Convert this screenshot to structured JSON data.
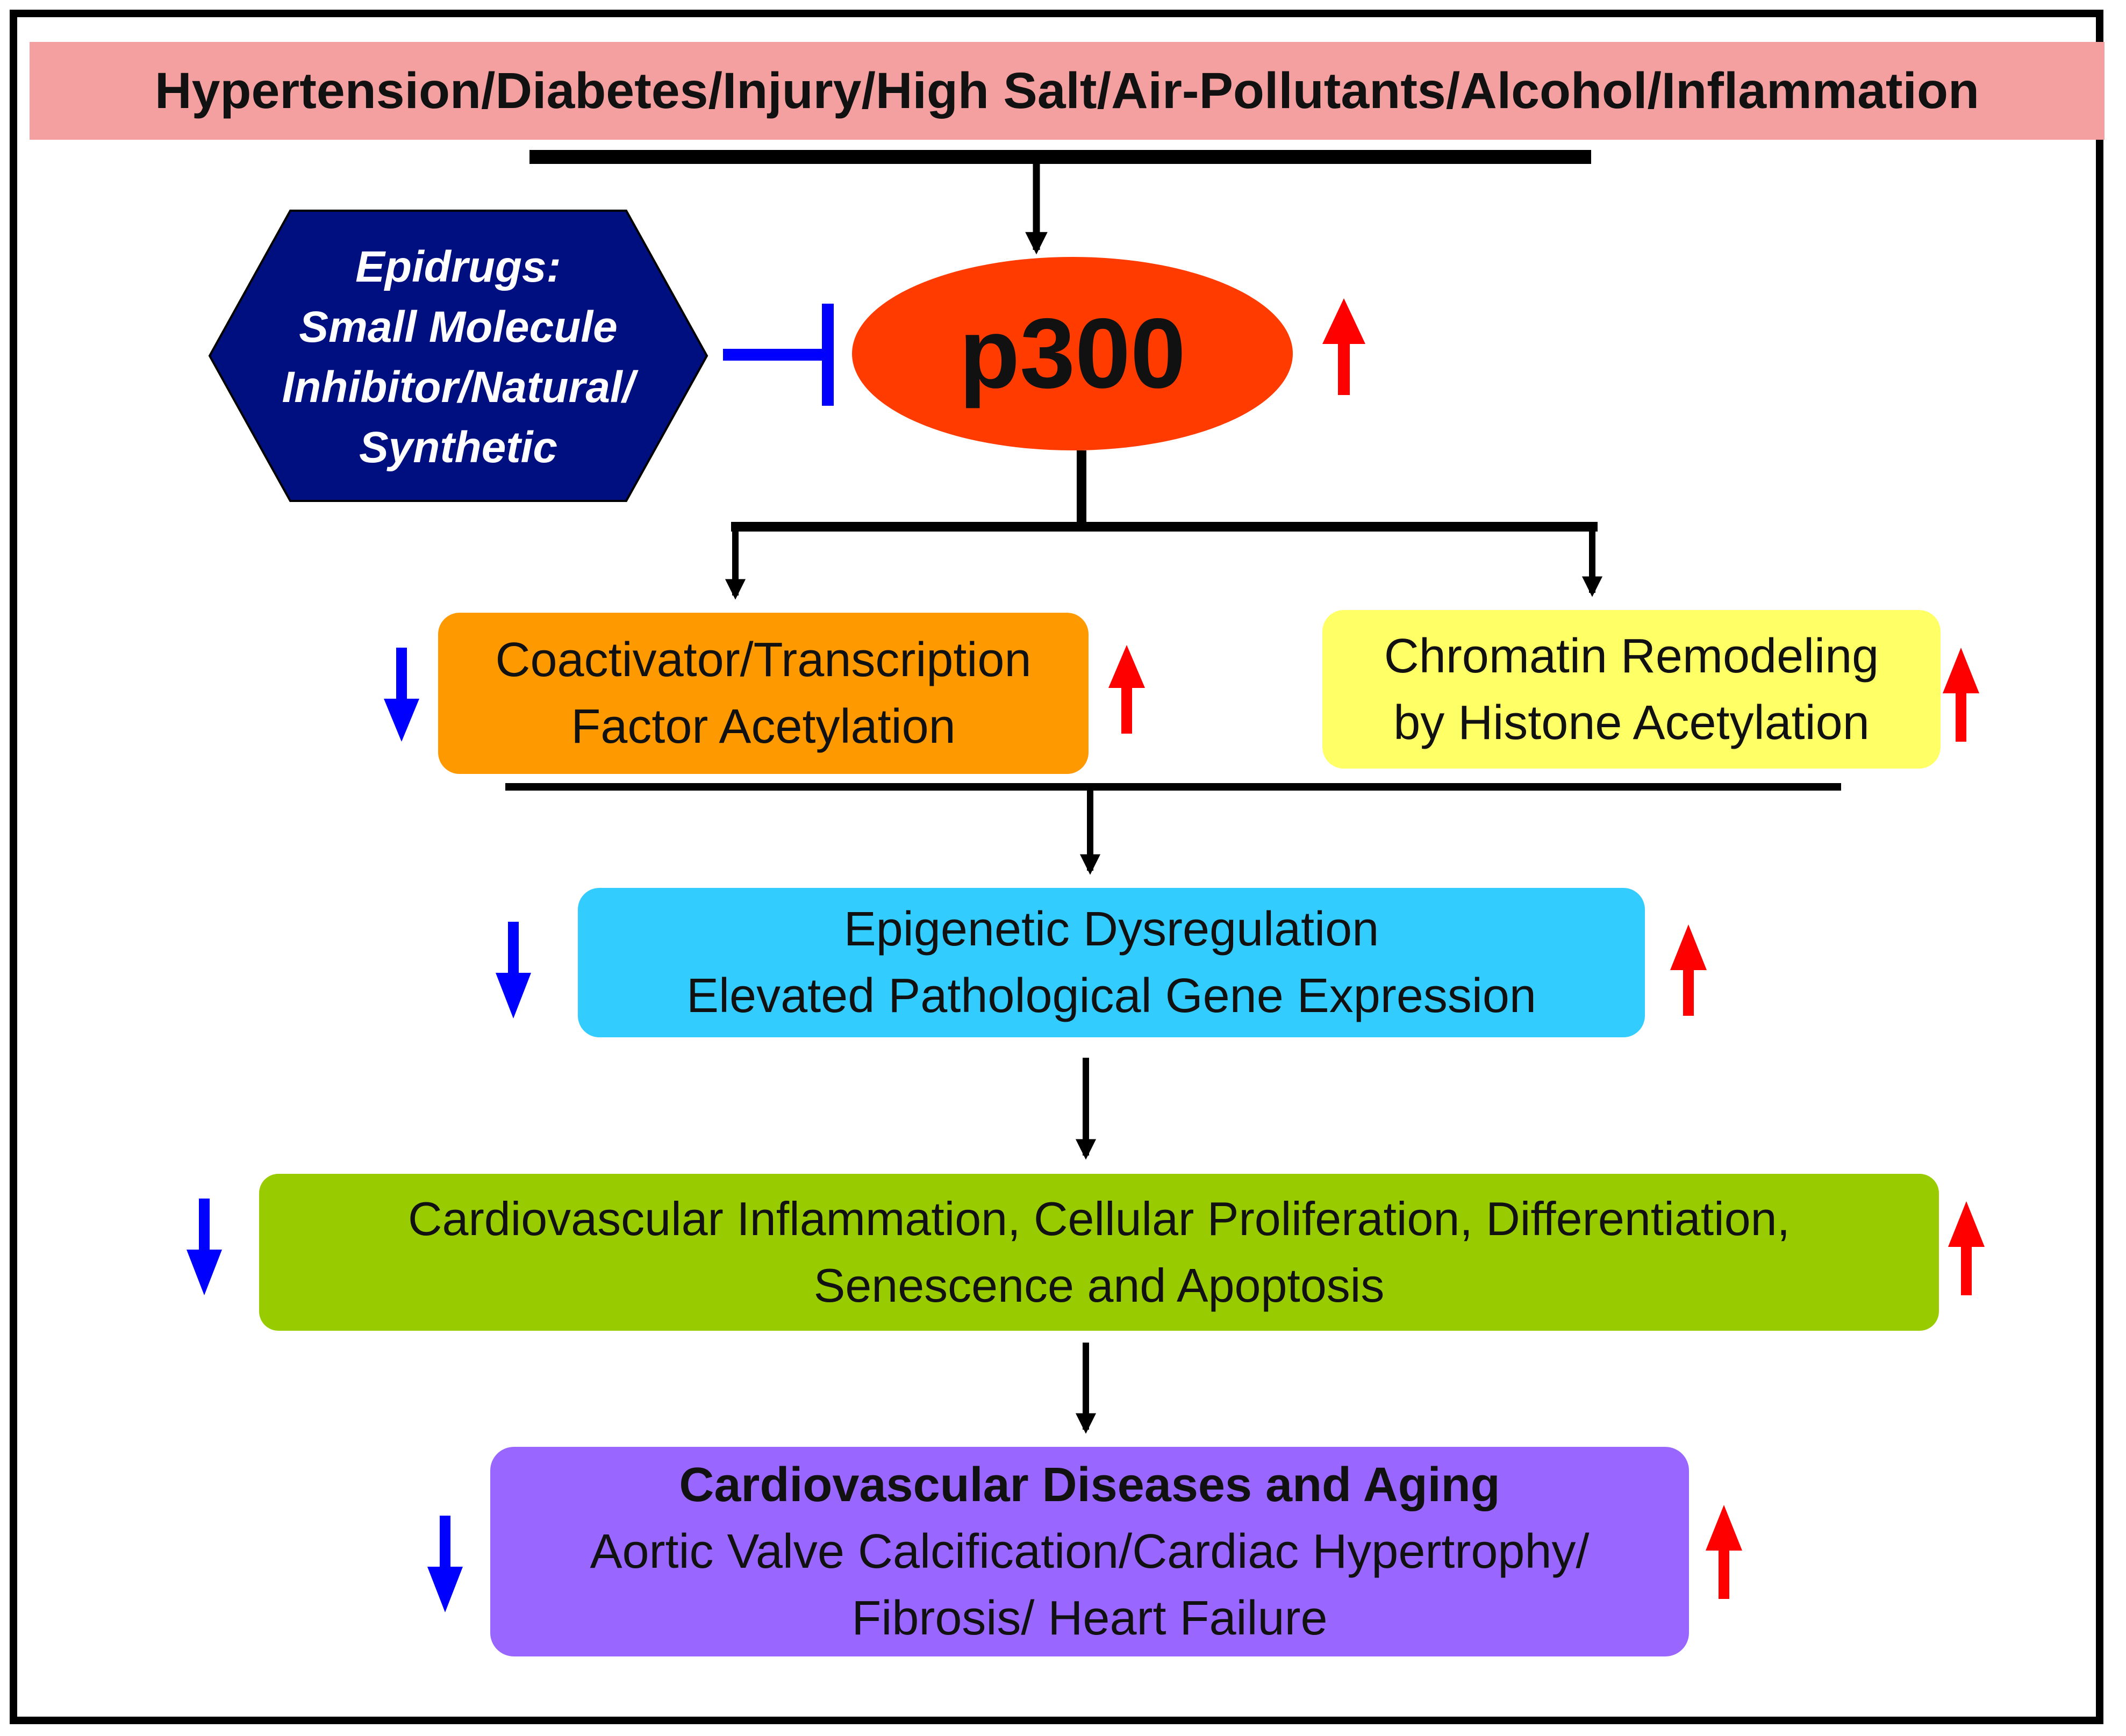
{
  "colors": {
    "banner_bg": "#f4a0a0",
    "p300_fill": "#ff3b00",
    "epidrug_fill": "#000f80",
    "coactivator_fill": "#ff9900",
    "chromatin_fill": "#ffff66",
    "epigenetic_fill": "#33ccff",
    "cardio_inflammation_fill": "#99cc00",
    "cardio_disease_fill": "#9966ff",
    "increase_arrow": "#ff0000",
    "decrease_arrow": "#0000ff",
    "inhibit_line": "#0000ff",
    "connector": "#000000"
  },
  "banner": {
    "text": "Hypertension/Diabetes/Injury/High Salt/Air-Pollutants/Alcohol/Inflammation"
  },
  "p300": {
    "label": "p300"
  },
  "epidrugs": {
    "lines": [
      "Epidrugs:",
      "Small Molecule",
      "Inhibitor/Natural/",
      "Synthetic"
    ]
  },
  "coactivator": {
    "lines": [
      "Coactivator/Transcription",
      "Factor Acetylation"
    ]
  },
  "chromatin": {
    "lines": [
      "Chromatin Remodeling",
      "by Histone Acetylation"
    ]
  },
  "epigenetic": {
    "lines": [
      "Epigenetic Dysregulation",
      "Elevated Pathological Gene Expression"
    ]
  },
  "cardio_inflammation": {
    "lines": [
      "Cardiovascular Inflammation, Cellular Proliferation, Differentiation,",
      "Senescence and Apoptosis"
    ]
  },
  "cardio_disease": {
    "title": "Cardiovascular Diseases and Aging",
    "lines": [
      "Aortic Valve Calcification/Cardiac Hypertrophy/",
      "Fibrosis/ Heart Failure"
    ]
  },
  "icons": {
    "increase": "up-arrow-icon",
    "decrease": "down-arrow-icon",
    "inhibit": "inhibition-t-bar-icon"
  }
}
